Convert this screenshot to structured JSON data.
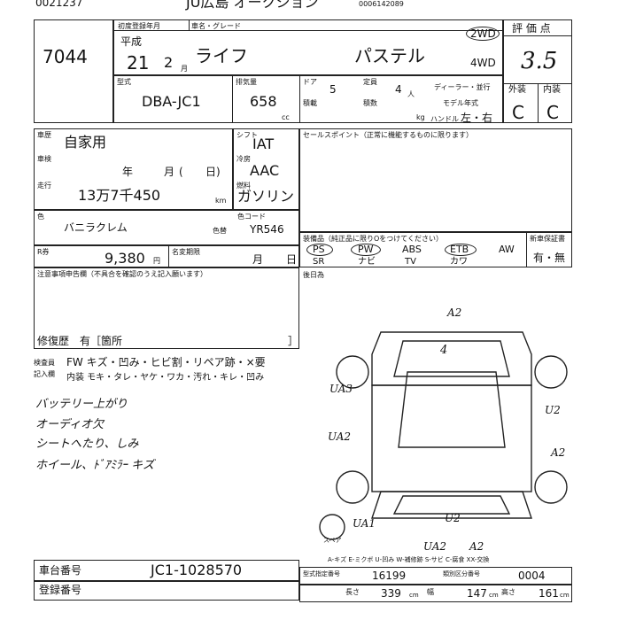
{
  "header": {
    "top_left": "0021237",
    "venue": "JU広島 オークション",
    "top_code": "0006142089"
  },
  "lot": {
    "number": "7044"
  },
  "first_reg": {
    "label": "初度登録年月",
    "era": "平成",
    "year": "21",
    "month": "2",
    "month_unit": "月"
  },
  "model": {
    "label": "車名・グレード",
    "name": "ライフ",
    "grade": "パステル",
    "drive_2wd": "2WD",
    "drive_4wd": "4WD"
  },
  "score": {
    "label": "評 価 点",
    "value": "3.5",
    "exterior_label": "外装",
    "interior_label": "内装",
    "exterior": "C",
    "interior": "C"
  },
  "spec": {
    "type_label": "型式",
    "type": "DBA-JC1",
    "displacement_label": "排気量",
    "displacement": "658",
    "cc": "cc",
    "door_label": "ドア",
    "doors": "5",
    "seats_label": "定員",
    "seats": "4",
    "person_unit": "人",
    "load_label": "積載",
    "weight_label": "積数",
    "kg": "kg",
    "dealer_label": "ディーラー・並行",
    "model_year_label": "モデル年式",
    "handle_label": "ハンドル",
    "handle": "左・右"
  },
  "usage": {
    "label": "車歴",
    "value": "自家用"
  },
  "inspection": {
    "label": "車検",
    "year": "年",
    "month": "月",
    "day_open": "(",
    "day_close": "日)"
  },
  "mileage": {
    "label": "走行",
    "value": "13万7千450",
    "unit": "km"
  },
  "shift": {
    "label": "シフト",
    "value": "IAT"
  },
  "aircon": {
    "label": "冷房",
    "value": "AAC"
  },
  "fuel": {
    "label": "燃料",
    "value": "ガソリン"
  },
  "sales_point": {
    "label": "セールスポイント（正常に機能するものに限ります）"
  },
  "color": {
    "label": "色",
    "value": "バニラクレム",
    "code_label": "色コード",
    "repaint_label": "色替",
    "code": "YR546"
  },
  "recycle": {
    "label": "R券",
    "value": "9,380",
    "unit": "円",
    "name_change_label": "名変期限",
    "month": "月",
    "day": "日"
  },
  "equipment": {
    "label": "装備品（純正品に限りOをつけてください）",
    "items_top": [
      "PS",
      "PW",
      "ABS",
      "ETB",
      "AW"
    ],
    "items_bottom": [
      "SR",
      "ナビ",
      "TV",
      "カワ"
    ],
    "new_manual_label": "新車保証書",
    "new_manual_value": "有・無"
  },
  "notes": {
    "label": "注意事項申告欄（不具合を確認のうえ記入願います）",
    "repair_label": "修復歴",
    "repair_value": "有［箇所",
    "repair_close": "］"
  },
  "rear_label": "後日為",
  "inspector": {
    "label1": "検査員",
    "label2": "記入欄",
    "line1": "FW キズ・凹み・ヒビ割・リペア跡・×要",
    "line2": "内装 モキ・タレ・ヤケ・ワカ・汚れ・キレ・凹み"
  },
  "handwritten": {
    "notes": [
      "バッテリー上がり",
      "オーディオ欠",
      "シートへたり、しみ",
      "ホイール、ﾄﾞｱﾐﾗｰ キズ"
    ],
    "marks": [
      "A2",
      "4",
      "UA3",
      "U2",
      "UA2",
      "A2",
      "UA1",
      "U2",
      "UA2",
      "A2"
    ]
  },
  "spare_label": "スペア",
  "legend": "A-キズ E-ミクボ U-凹み W-補修跡 S-サビ C-腐食 XX-交換",
  "chassis": {
    "label": "車台番号",
    "value": "JC1-1028570"
  },
  "registration": {
    "label": "登録番号"
  },
  "form_numbers": {
    "form_label": "型式指定番号",
    "form_value": "16199",
    "class_label": "類別区分番号",
    "class_value": "0004",
    "length_label": "長さ",
    "length_value": "339",
    "width_label": "幅",
    "width_value": "147",
    "height_label": "高さ",
    "height_value": "161",
    "cm": "cm"
  }
}
